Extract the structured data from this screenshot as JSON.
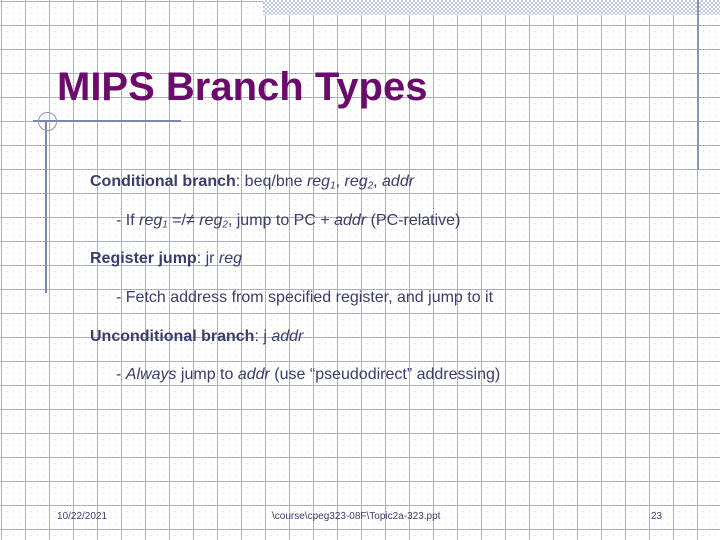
{
  "slide": {
    "title": "MIPS Branch Types",
    "title_color": "#6b0b6b",
    "body_color": "#3a3c6b",
    "accent_rule_color": "#7b86b5",
    "banner_color": "#b9c6e4",
    "background_color": "#ffffff"
  },
  "content": {
    "lines": [
      {
        "level": 1,
        "label_bold": "Conditional branch",
        "text": ": beq/bne reg1, reg2, addr"
      },
      {
        "level": 2,
        "text": "- If reg1 =/≠ reg2, jump to PC + addr (PC-relative)"
      },
      {
        "level": 1,
        "label_bold": "Register jump",
        "text": ": jr reg"
      },
      {
        "level": 2,
        "text": "- Fetch address from specified register, and jump to it"
      },
      {
        "level": 1,
        "label_bold": "Unconditional branch",
        "text": ": j addr"
      },
      {
        "level": 2,
        "text": "- Always jump to addr (use “pseudodirect” addressing)"
      }
    ],
    "line1": {
      "bold_label": "Conditional branch",
      "colon": ": ",
      "mnemonic": "beq/bne ",
      "reg_a": "reg",
      "reg_a_sub": "1",
      "sep1": ", ",
      "reg_b": "reg",
      "reg_b_sub": "2",
      "sep2": ", ",
      "operand": "addr"
    },
    "line2": {
      "dash_if": "- If ",
      "reg_a": "reg",
      "reg_a_sub": "1",
      "compare": " =/≠ ",
      "reg_b": "reg",
      "reg_b_sub": "2",
      "mid": ", jump to PC + ",
      "operand": "addr",
      "tail": " (PC-relative)"
    },
    "line3": {
      "bold_label": "Register jump",
      "colon": ": ",
      "mnemonic": "jr ",
      "operand": "reg"
    },
    "line4": {
      "text": "- Fetch address from specified register, and jump to it"
    },
    "line5": {
      "bold_label": "Unconditional branch",
      "colon": ": ",
      "mnemonic": "j ",
      "operand": "addr"
    },
    "line6": {
      "dash": "- ",
      "emph": "Always",
      "mid": " jump to ",
      "operand": "addr",
      "tail": " (use “pseudodirect” addressing)"
    }
  },
  "footer": {
    "date": "10/22/2021",
    "path": "\\course\\cpeg323-08F\\Topic2a-323.ppt",
    "page_number": "23"
  }
}
